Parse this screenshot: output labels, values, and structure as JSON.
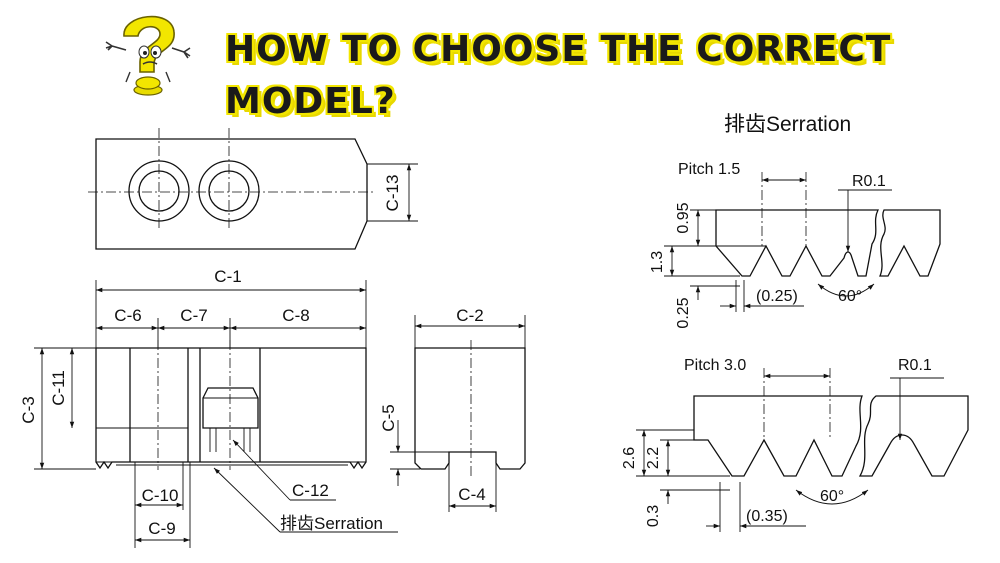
{
  "header": {
    "title": "HOW TO CHOOSE THE CORRECT MODEL?",
    "mascot_icon": "question-mark-mascot-icon",
    "accent_color": "#f2e600"
  },
  "front_view": {
    "dimensions": [
      "C-1",
      "C-6",
      "C-7",
      "C-8",
      "C-3",
      "C-11",
      "C-10",
      "C-9",
      "C-12"
    ],
    "serration_label": "排齿Serration"
  },
  "top_view": {
    "dimension": "C-13"
  },
  "side_view": {
    "dimensions": [
      "C-2",
      "C-5",
      "C-4"
    ]
  },
  "serration_section": {
    "title": "排齿Serration",
    "fine": {
      "pitch_label": "Pitch 1.5",
      "radius_label": "R0.1",
      "dims": [
        "0.95",
        "1.3",
        "0.25"
      ],
      "tip_label": "(0.25)",
      "angle_label": "60°"
    },
    "coarse": {
      "pitch_label": "Pitch 3.0",
      "radius_label": "R0.1",
      "dims": [
        "2.6",
        "2.2",
        "0.3"
      ],
      "tip_label": "(0.35)",
      "angle_label": "60°"
    }
  }
}
